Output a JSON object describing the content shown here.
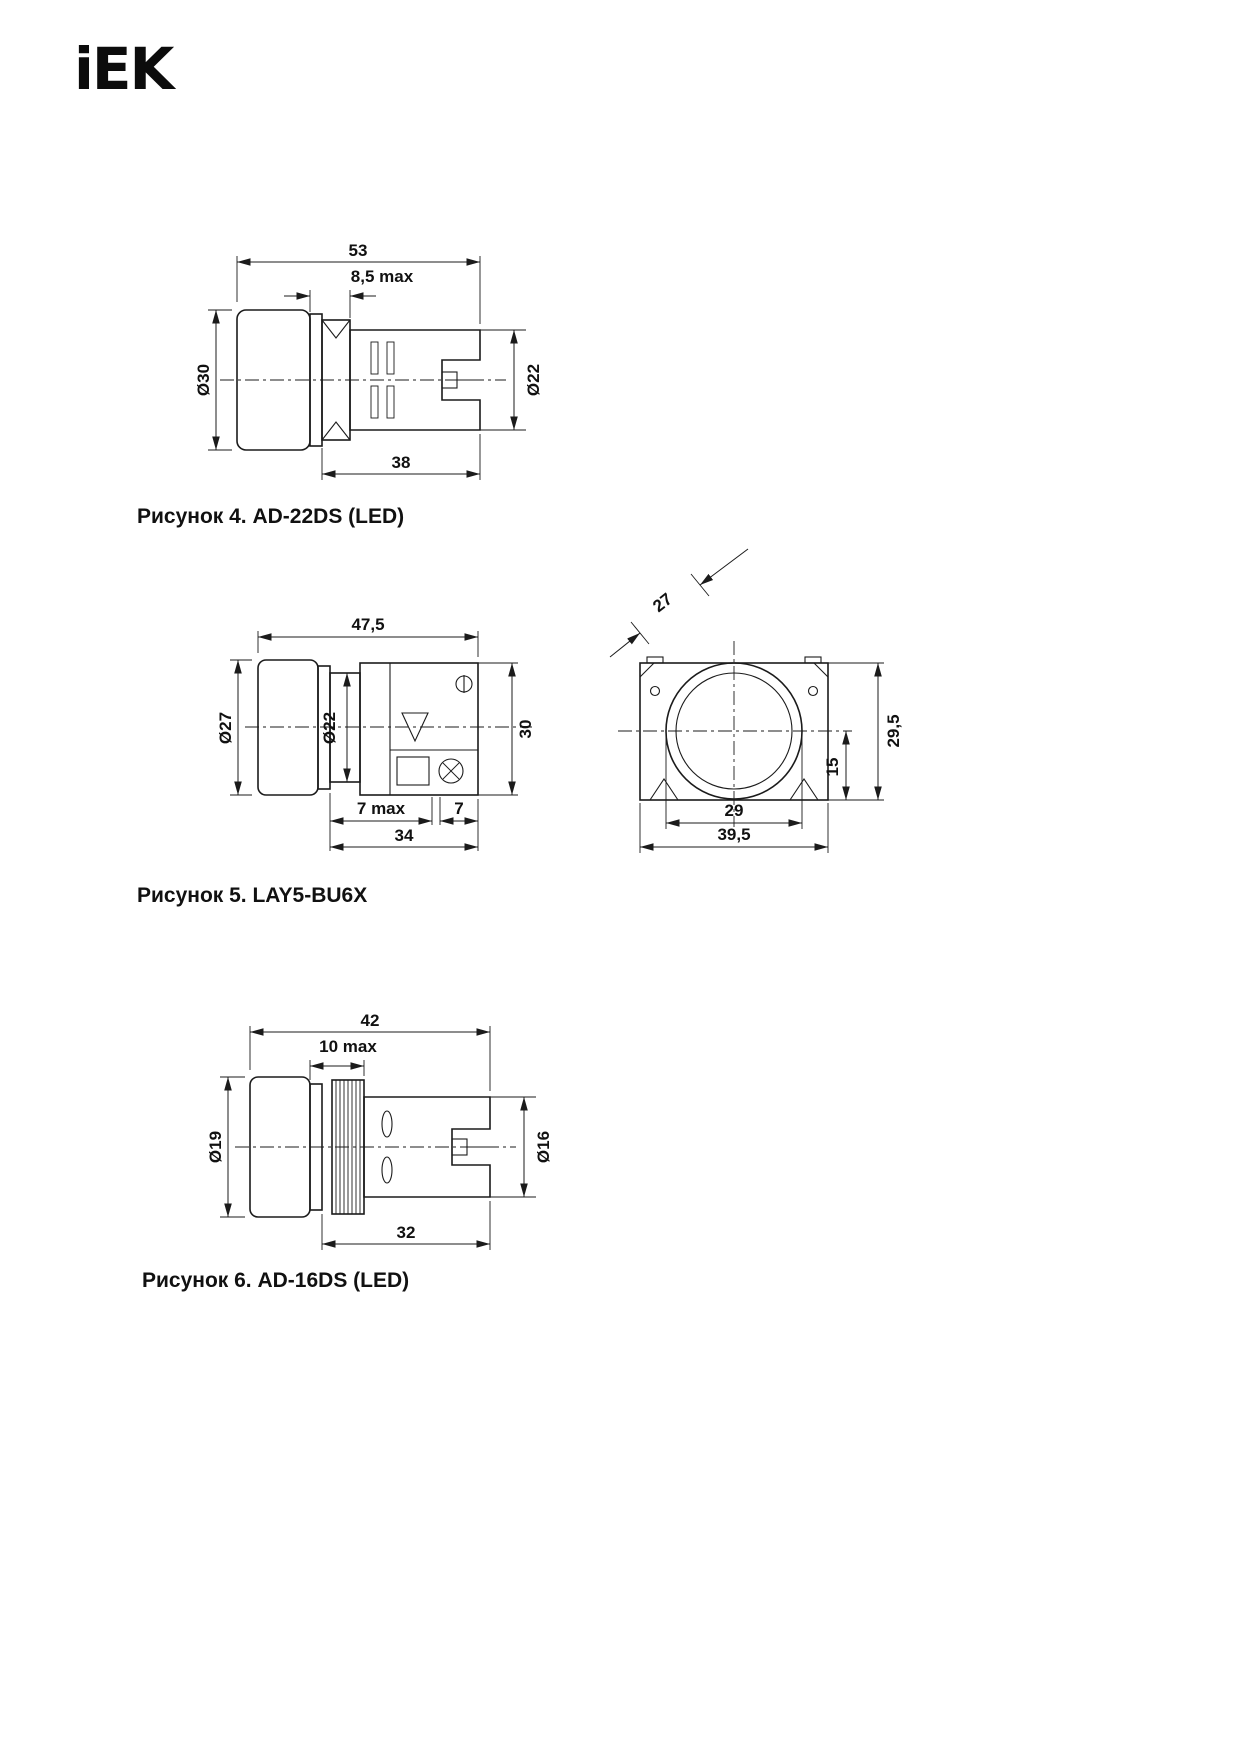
{
  "logo": {
    "text": "iEK"
  },
  "fig4": {
    "caption": "Рисунок 4. AD-22DS (LED)",
    "dims": {
      "total": "53",
      "panel": "8,5 max",
      "lens": "Ø30",
      "body": "Ø22",
      "depth": "38"
    }
  },
  "fig5": {
    "caption": "Рисунок 5. LAY5-BU6X",
    "dims": {
      "total": "47,5",
      "cap": "Ø27",
      "neck": "Ø22",
      "height": "30",
      "panel": "7 max",
      "gap": "7",
      "depth": "34",
      "diag": "27",
      "front_h": "29,5",
      "half": "15",
      "hole": "29",
      "front_w": "39,5"
    }
  },
  "fig6": {
    "caption": "Рисунок 6. AD-16DS (LED)",
    "dims": {
      "total": "42",
      "panel": "10 max",
      "lens": "Ø19",
      "body": "Ø16",
      "depth": "32"
    }
  }
}
